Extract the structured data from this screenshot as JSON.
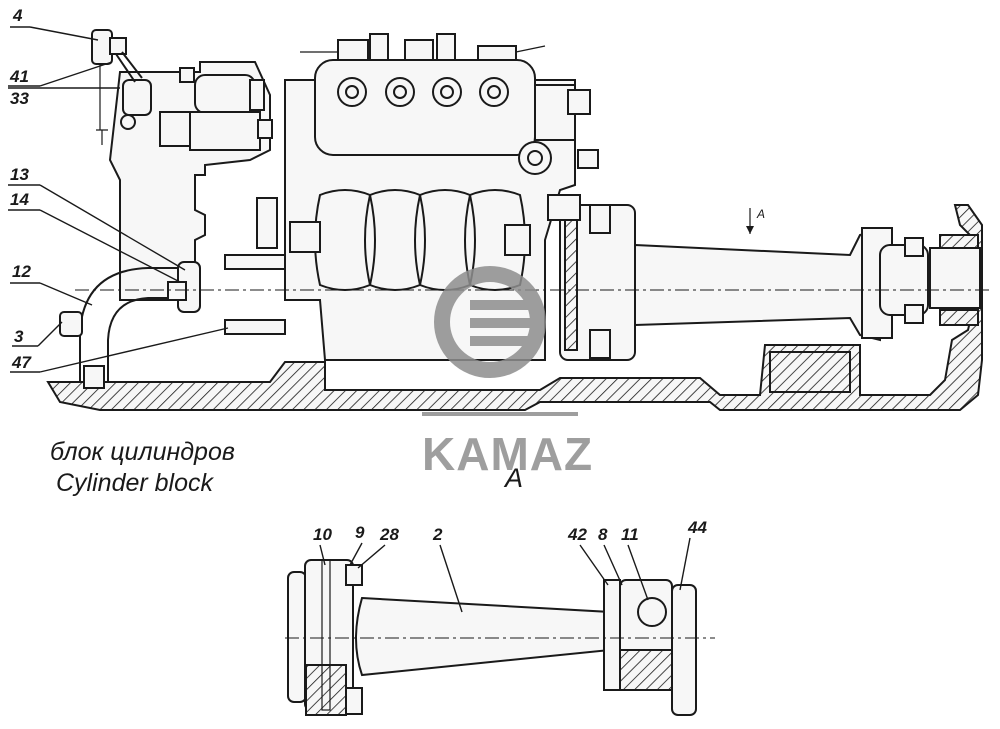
{
  "callouts_left": [
    "4",
    "41",
    "33",
    "13",
    "14",
    "12",
    "3",
    "47"
  ],
  "callouts_view_a": [
    "10",
    "9",
    "28",
    "2",
    "42",
    "8",
    "11",
    "44"
  ],
  "arrow_a_label": "A",
  "view_label": "A",
  "caption": {
    "ru": "блок цилиндров",
    "en": "Cylinder block"
  },
  "watermark": {
    "brand_text": "KAMAZ",
    "color": "#8e8e8e"
  }
}
